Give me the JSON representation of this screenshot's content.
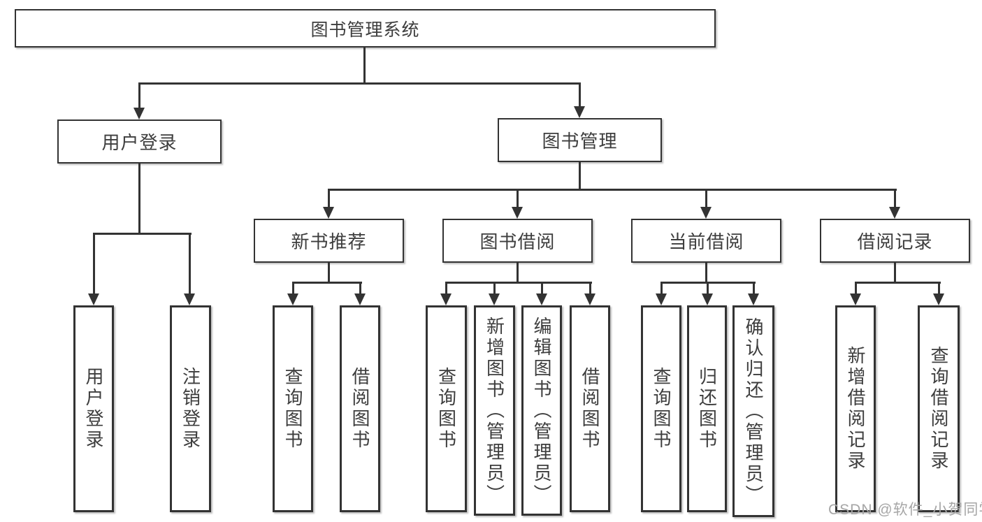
{
  "diagram": {
    "type": "tree",
    "root": {
      "label": "图书管理系统"
    },
    "branches": [
      {
        "label": "用户登录",
        "children": [
          {
            "label": "用户登录"
          },
          {
            "label": "注销登录"
          }
        ]
      },
      {
        "label": "图书管理",
        "children": [
          {
            "label": "新书推荐",
            "children": [
              {
                "label": "查询图书"
              },
              {
                "label": "借阅图书"
              }
            ]
          },
          {
            "label": "图书借阅",
            "children": [
              {
                "label": "查询图书"
              },
              {
                "label": "新增图书（管理员）"
              },
              {
                "label": "编辑图书（管理员）"
              },
              {
                "label": "借阅图书"
              }
            ]
          },
          {
            "label": "当前借阅",
            "children": [
              {
                "label": "查询图书"
              },
              {
                "label": "归还图书"
              },
              {
                "label": "确认归还（管理员）"
              }
            ]
          },
          {
            "label": "借阅记录",
            "children": [
              {
                "label": "新增借阅记录"
              },
              {
                "label": "查询借阅记录"
              }
            ]
          }
        ]
      }
    ]
  },
  "watermark": {
    "text": "CSDN @软件_小贺同学"
  },
  "colors": {
    "line": "#333333",
    "node_border": "#333333",
    "node_fill": "#ffffff",
    "text": "#3d3d3d",
    "watermark": "#a6a6a6",
    "background": "#ffffff"
  }
}
